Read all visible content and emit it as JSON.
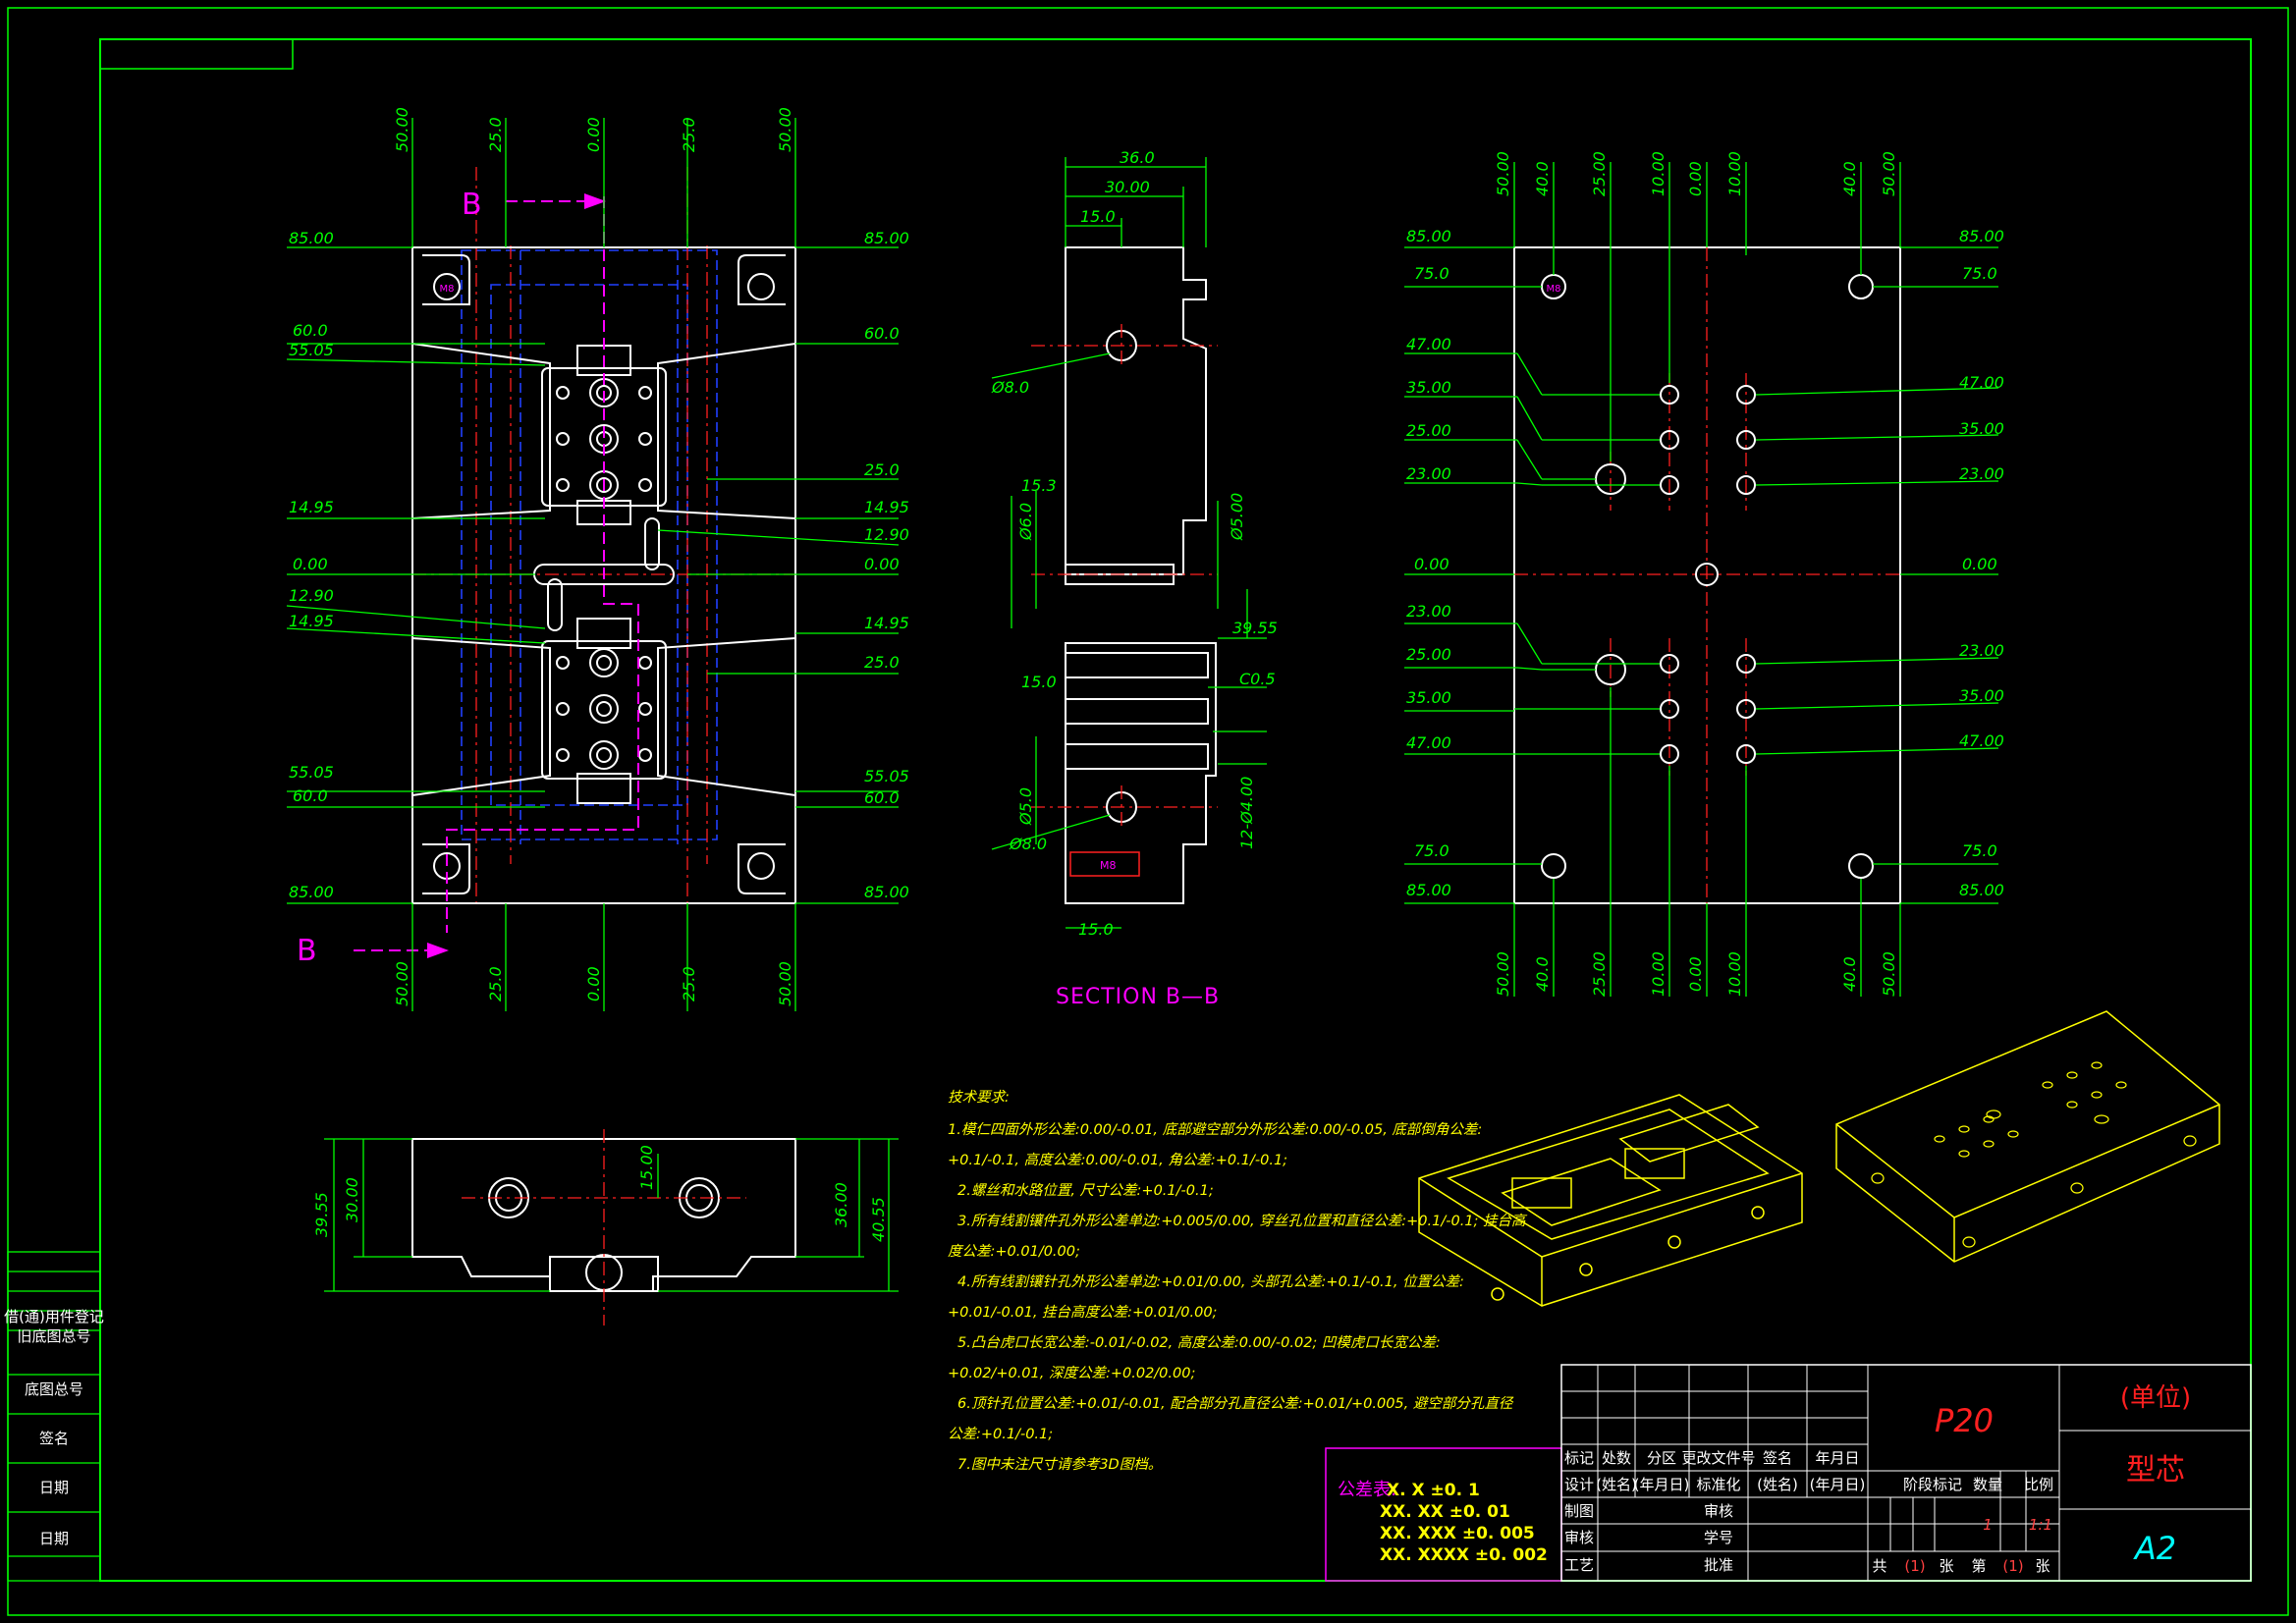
{
  "top_view": {
    "section_marker": "B",
    "dims_top": [
      "50.00",
      "25.0",
      "0.00",
      "25.0",
      "50.00"
    ],
    "dims_bottom": [
      "50.00",
      "25.0",
      "0.00",
      "25.0",
      "50.00"
    ],
    "dims_left": [
      "85.00",
      "60.0",
      "55.05",
      "14.95",
      "0.00",
      "12.90",
      "14.95",
      "55.05",
      "60.0",
      "85.00"
    ],
    "dims_right": [
      "85.00",
      "60.0",
      "25.0",
      "14.95",
      "12.90",
      "0.00",
      "14.95",
      "25.0",
      "55.05",
      "60.0",
      "85.00"
    ],
    "hole_label": "M8"
  },
  "section_view": {
    "title": "SECTION B—B",
    "dims_top": [
      "36.0",
      "30.00",
      "15.0"
    ],
    "dims_left": [
      "Ø8.0",
      "15.3",
      "Ø6.0",
      "15.0",
      "Ø5.0",
      "Ø8.0",
      "15.0"
    ],
    "dims_right": [
      "Ø5.00",
      "39.55",
      "C0.5",
      "12-Ø4.00"
    ],
    "thread_label": "M8"
  },
  "right_view": {
    "dims_top": [
      "50.00",
      "40.0",
      "25.00",
      "10.00",
      "0.00",
      "10.00",
      "40.0",
      "50.00"
    ],
    "dims_bottom": [
      "50.00",
      "40.0",
      "25.00",
      "10.00",
      "0.00",
      "10.00",
      "40.0",
      "50.00"
    ],
    "dims_left": [
      "85.00",
      "75.0",
      "47.00",
      "35.00",
      "25.00",
      "23.00",
      "0.00",
      "23.00",
      "25.00",
      "35.00",
      "47.00",
      "75.0",
      "85.00"
    ],
    "dims_right": [
      "85.00",
      "75.0",
      "47.00",
      "35.00",
      "23.00",
      "0.00",
      "23.00",
      "35.00",
      "47.00",
      "75.0",
      "85.00"
    ],
    "hole_label": "M8"
  },
  "bottom_view": {
    "dims": [
      "39.55",
      "30.00",
      "15.00",
      "36.00",
      "40.55"
    ]
  },
  "notes": {
    "heading": "技术要求:",
    "lines": [
      "1.模仁四面外形公差:0.00/-0.01, 底部避空部分外形公差:0.00/-0.05, 底部倒角公差:",
      "+0.1/-0.1, 高度公差:0.00/-0.01, 角公差:+0.1/-0.1;",
      "2.螺丝和水路位置, 尺寸公差:+0.1/-0.1;",
      "3.所有线割镶件孔外形公差单边:+0.005/0.00, 穿丝孔位置和直径公差:+0.1/-0.1; 挂台高",
      "度公差:+0.01/0.00;",
      "4.所有线割镶针孔外形公差单边:+0.01/0.00, 头部孔公差:+0.1/-0.1, 位置公差:",
      "+0.01/-0.01, 挂台高度公差:+0.01/0.00;",
      "5.凸台虎口长宽公差:-0.01/-0.02, 高度公差:0.00/-0.02; 凹模虎口长宽公差:",
      "+0.02/+0.01, 深度公差:+0.02/0.00;",
      "6.顶针孔位置公差:+0.01/-0.01, 配合部分孔直径公差:+0.01/+0.005, 避空部分孔直径",
      "公差:+0.1/-0.1;",
      "7.图中未注尺寸请参考3D图档。"
    ]
  },
  "tolerance": {
    "label": "公差表:",
    "rows": [
      "X. X  ±0. 1",
      "XX. XX  ±0. 01",
      "XX. XXX  ±0. 005",
      "XX. XXXX  ±0. 002"
    ]
  },
  "side_column": [
    "借(通)用件登记",
    "旧底图总号",
    "底图总号",
    "签名",
    "日期",
    "日期"
  ],
  "title_block": {
    "header_row": [
      "标记",
      "处数",
      "分区",
      "更改文件号",
      "签名",
      "年月日"
    ],
    "design_row": [
      "设计",
      "(姓名)",
      "(年月日)",
      "标准化",
      "(姓名)",
      "(年月日)"
    ],
    "role_labels": [
      "制图",
      "审核",
      "工艺"
    ],
    "right_roles": [
      "审核",
      "学号",
      "批准"
    ],
    "stage_header": [
      "阶段标记",
      "数量",
      "比例"
    ],
    "quantity": "1",
    "scale": "1:1",
    "sheet_line": [
      "共",
      "(1)",
      "张",
      "第",
      "(1)",
      "张"
    ],
    "material": "P20",
    "unit": "(单位)",
    "part_name": "型芯",
    "sheet_size": "A2"
  }
}
